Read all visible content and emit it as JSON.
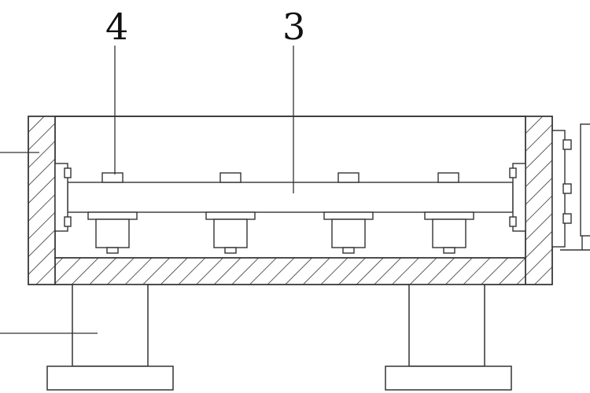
{
  "diagram": {
    "labels": [
      {
        "id": "part-4",
        "text": "4"
      },
      {
        "id": "part-3",
        "text": "3"
      }
    ]
  },
  "colors": {
    "stroke": "#333333",
    "label": "#111111",
    "background": "#ffffff"
  }
}
